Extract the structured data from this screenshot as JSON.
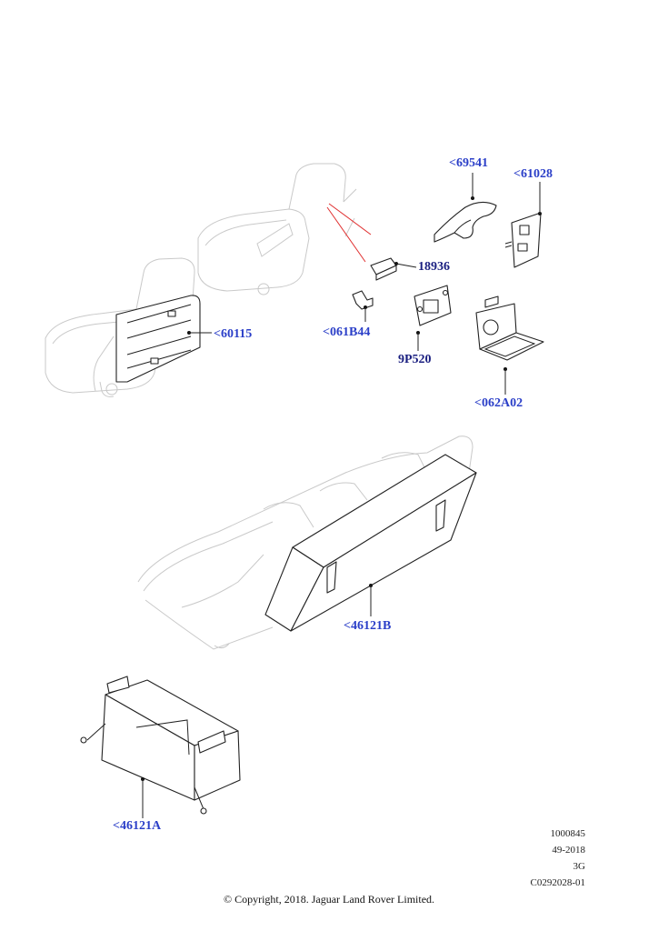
{
  "callouts": {
    "c69541": "<69541",
    "c61028": "<61028",
    "c18936": "18936",
    "c60115": "<60115",
    "c061B44": "<061B44",
    "c9P520": "9P520",
    "c062A02": "<062A02",
    "c46121B": "<46121B",
    "c46121A": "<46121A"
  },
  "meta": {
    "line1": "1000845",
    "line2": "49-2018",
    "line3": "3G",
    "line4": "C0292028-01"
  },
  "copyright": "© Copyright, 2018. Jaguar Land Rover Limited.",
  "colors": {
    "callout_blue": "#2b3fc8",
    "callout_dark": "#1a1f80",
    "ghost_grey": "#c9c9c9",
    "highlight_red": "#e03030"
  }
}
